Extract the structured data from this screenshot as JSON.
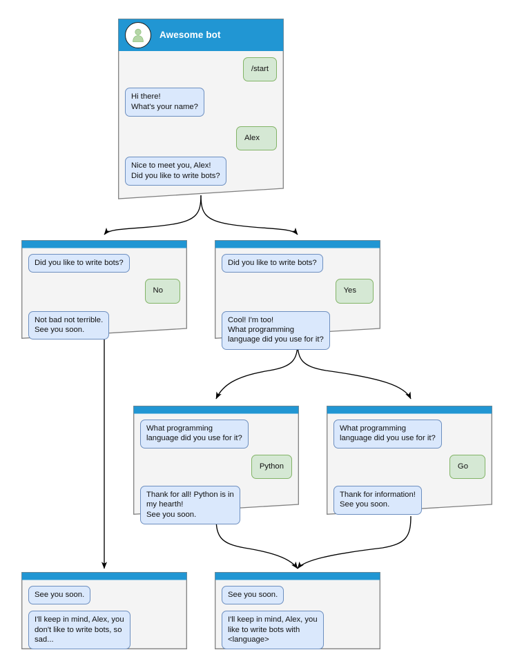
{
  "meta": {
    "colors": {
      "header_blue": "#2196d3",
      "node_bg": "#f4f4f4",
      "node_border": "#808080",
      "bot_bubble_bg": "#dae8fc",
      "bot_bubble_border": "#6c8ebf",
      "user_bubble_bg": "#d5e8d4",
      "user_bubble_border": "#82b366",
      "edge_stroke": "#000000",
      "avatar_fill": "#b5d6a7"
    }
  },
  "nodes": [
    {
      "id": "root",
      "title": "Awesome bot",
      "avatar_icon": "person-avatar-icon",
      "messages": [
        {
          "from": "user",
          "text": "/start"
        },
        {
          "from": "bot",
          "text": "Hi there!\nWhat's your name?"
        },
        {
          "from": "user",
          "text": "Alex"
        },
        {
          "from": "bot",
          "text": "Nice to meet you, Alex!\nDid you like to write bots?"
        }
      ]
    },
    {
      "id": "no-branch",
      "messages": [
        {
          "from": "bot",
          "text": "Did you like to write bots?"
        },
        {
          "from": "user",
          "text": "No"
        },
        {
          "from": "bot",
          "text": "Not bad not terrible.\nSee you soon."
        }
      ]
    },
    {
      "id": "yes-branch",
      "messages": [
        {
          "from": "bot",
          "text": "Did you like to write bots?"
        },
        {
          "from": "user",
          "text": "Yes"
        },
        {
          "from": "bot",
          "text": "Cool! I'm too!\nWhat programming\nlanguage did you use for it?"
        }
      ]
    },
    {
      "id": "python-branch",
      "messages": [
        {
          "from": "bot",
          "text": "What programming\nlanguage did you use for it?"
        },
        {
          "from": "user",
          "text": "Python"
        },
        {
          "from": "bot",
          "text": "Thank for all! Python is in\nmy hearth!\nSee you soon."
        }
      ]
    },
    {
      "id": "go-branch",
      "messages": [
        {
          "from": "bot",
          "text": "What programming\nlanguage did you use for it?"
        },
        {
          "from": "user",
          "text": "Go"
        },
        {
          "from": "bot",
          "text": "Thank for information!\nSee you soon."
        }
      ]
    },
    {
      "id": "end-sad",
      "messages": [
        {
          "from": "bot",
          "text": "See you soon."
        },
        {
          "from": "bot",
          "text": "I'll keep in mind, Alex, you\ndon't like to write bots, so\nsad..."
        }
      ]
    },
    {
      "id": "end-happy",
      "messages": [
        {
          "from": "bot",
          "text": "See you soon."
        },
        {
          "from": "bot",
          "text": "I'll keep in mind, Alex, you\nlike to write bots with\n<language>"
        }
      ]
    }
  ]
}
